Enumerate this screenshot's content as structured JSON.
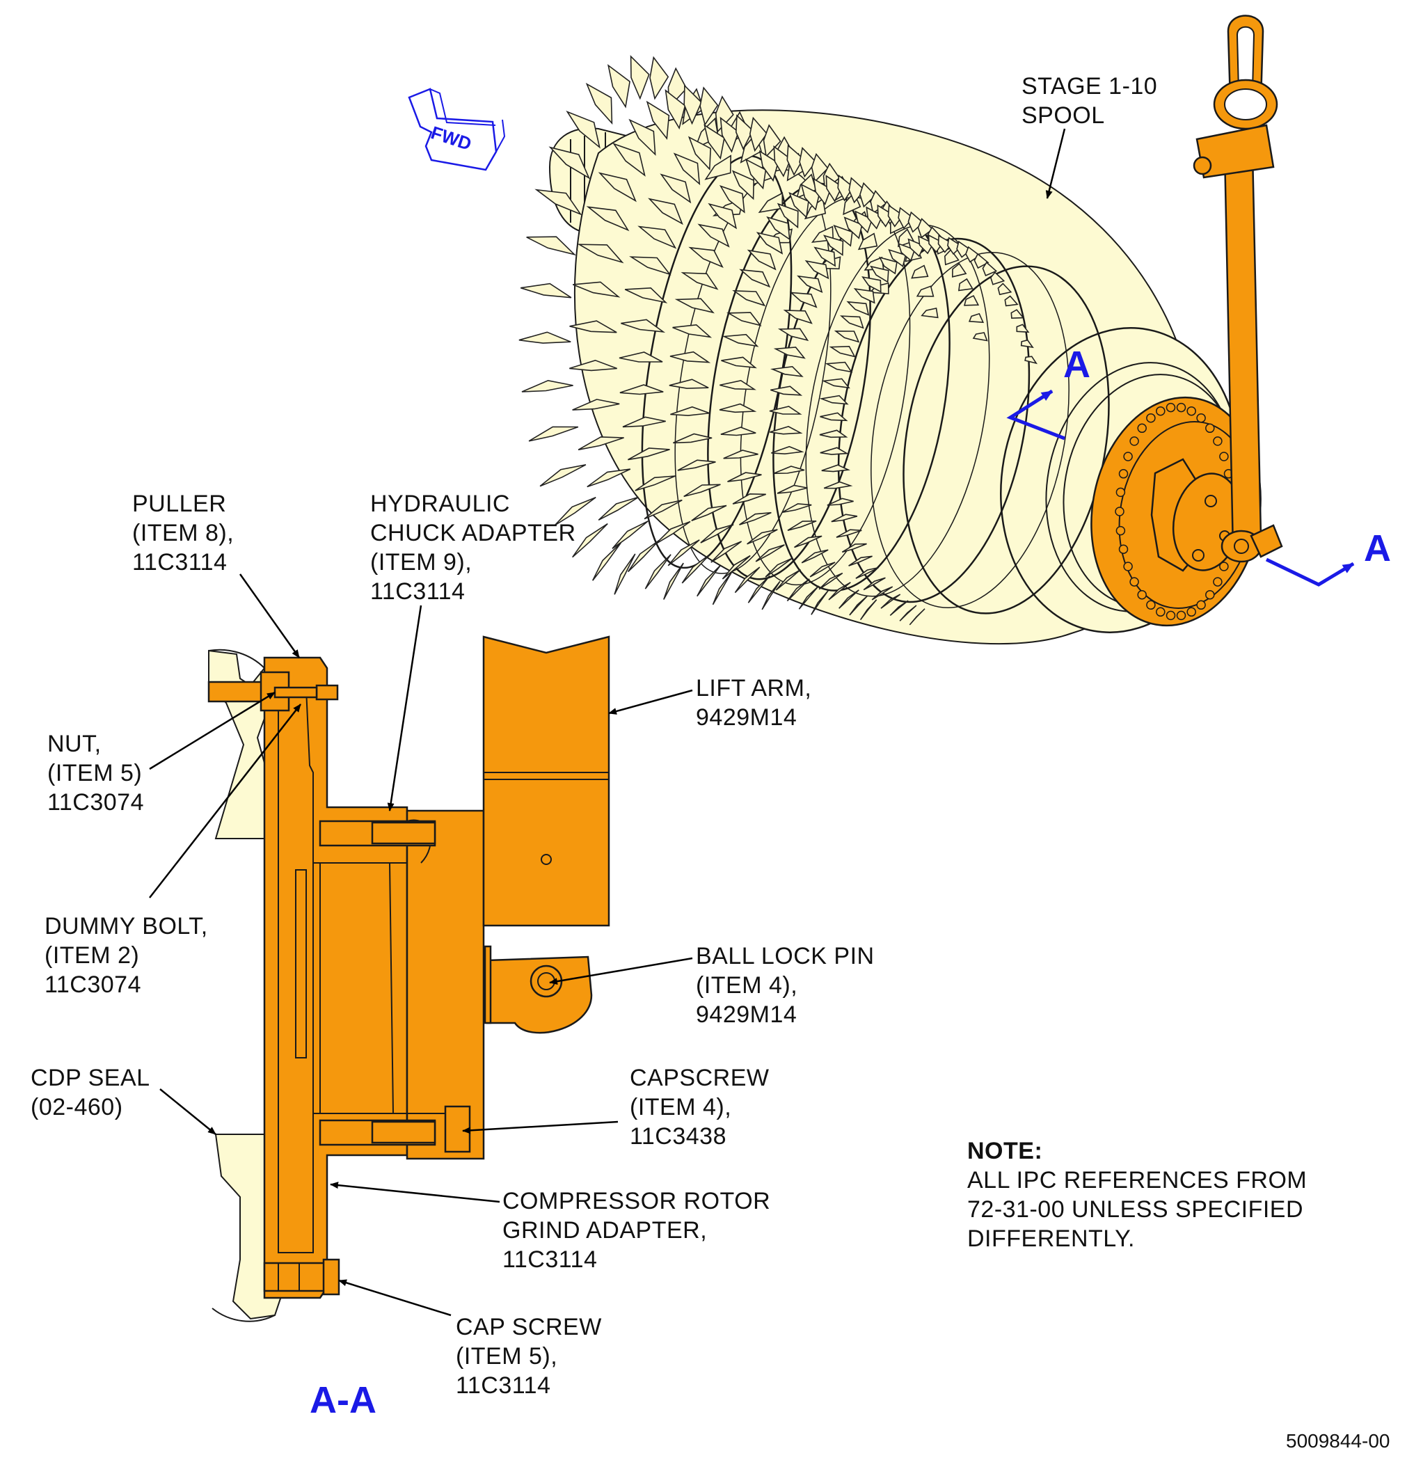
{
  "fwd_label": "FWD",
  "section_marker": "A",
  "section_title": "A-A",
  "document_number": "5009844-00",
  "note": {
    "heading": "NOTE:",
    "lines": [
      "ALL IPC REFERENCES FROM",
      "72-31-00 UNLESS SPECIFIED",
      "DIFFERENTLY."
    ]
  },
  "callouts": {
    "spool": [
      "STAGE 1-10",
      "SPOOL"
    ],
    "puller": [
      "PULLER",
      "(ITEM 8),",
      "11C3114"
    ],
    "hydraulic_chuck": [
      "HYDRAULIC",
      "CHUCK ADAPTER",
      "(ITEM 9),",
      "11C3114"
    ],
    "lift_arm": [
      "LIFT ARM,",
      "9429M14"
    ],
    "nut": [
      "NUT,",
      "(ITEM 5)",
      "11C3074"
    ],
    "dummy_bolt": [
      "DUMMY BOLT,",
      "(ITEM 2)",
      "11C3074"
    ],
    "ball_lock_pin": [
      "BALL LOCK PIN",
      "(ITEM 4),",
      "9429M14"
    ],
    "cdp_seal": [
      "CDP SEAL",
      "(02-460)"
    ],
    "capscrew_item4": [
      "CAPSCREW",
      "(ITEM 4),",
      "11C3438"
    ],
    "grind_adapter": [
      "COMPRESSOR ROTOR",
      "GRIND ADAPTER,",
      "11C3114"
    ],
    "cap_screw_item5": [
      "CAP SCREW",
      "(ITEM 5),",
      "11C3114"
    ]
  },
  "colors": {
    "tooling_orange": "#f5980d",
    "rotor_cream": "#fdfad2",
    "section_blue": "#1a1ae6"
  }
}
